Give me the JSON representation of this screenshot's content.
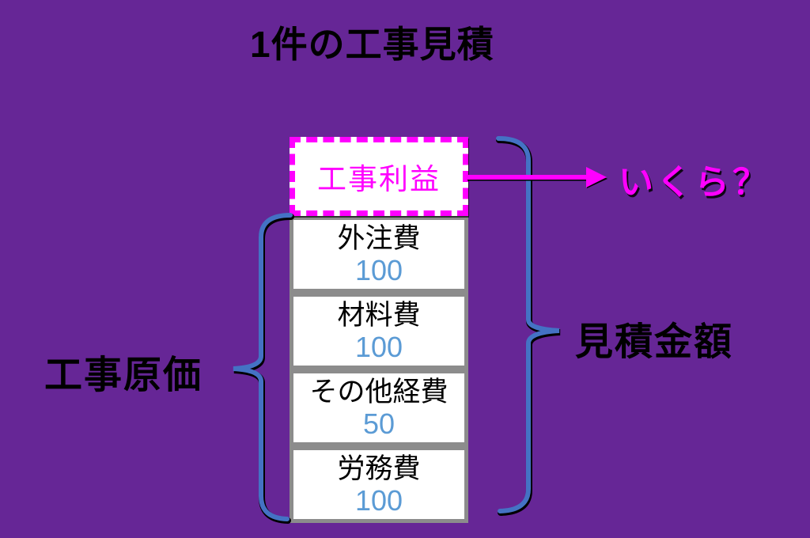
{
  "title": "1件の工事見積",
  "profit_box": {
    "label": "工事利益"
  },
  "profit_arrow": {
    "label": "いくら？"
  },
  "cost_items": [
    {
      "label": "外注費",
      "value": "100"
    },
    {
      "label": "材料費",
      "value": "100"
    },
    {
      "label": "その他経費",
      "value": "50"
    },
    {
      "label": "労務費",
      "value": "100"
    }
  ],
  "left_brace": {
    "label": "工事原価"
  },
  "right_brace": {
    "label": "見積金額"
  },
  "colors": {
    "bg": "#662696",
    "magenta": "#ff00ff",
    "brace-blue": "#4472c4",
    "value-blue": "#5b9bd5",
    "box-gray": "#8c8c8c",
    "ink": "#000000"
  }
}
